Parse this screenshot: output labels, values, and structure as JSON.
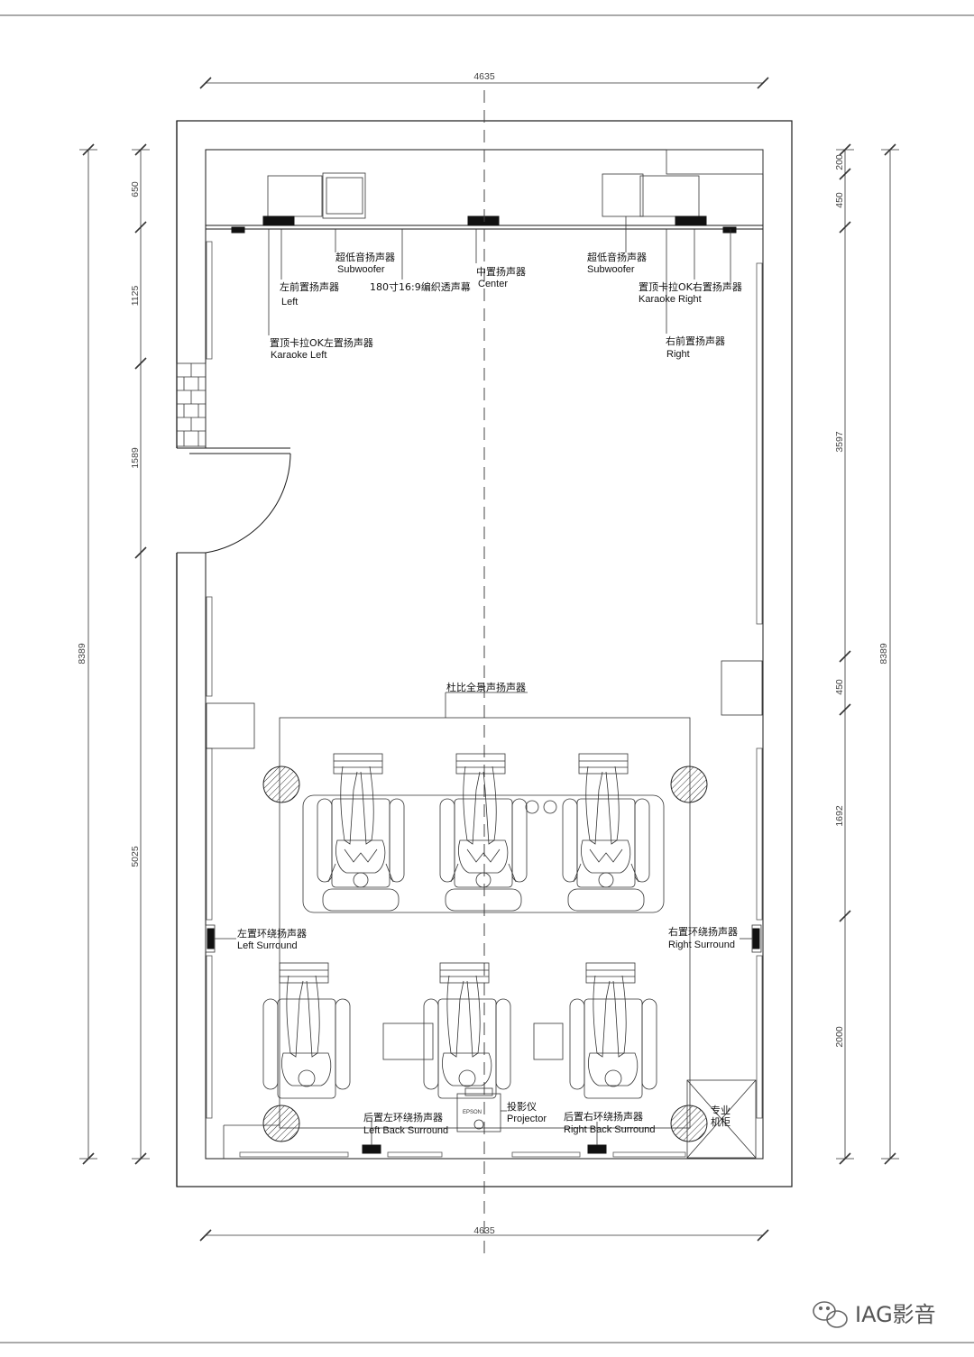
{
  "dimensions": {
    "top_width": "4635",
    "bottom_width": "4635",
    "left_total": "8389",
    "right_total": "8389",
    "left_segments": [
      "650",
      "1125",
      "1589",
      "5025"
    ],
    "right_segments": [
      "200",
      "450",
      "3597",
      "450",
      "1692",
      "2000"
    ]
  },
  "labels": {
    "subwoofer_left_cn": "超低音扬声器",
    "subwoofer_left_en": "Subwoofer",
    "subwoofer_right_cn": "超低音扬声器",
    "subwoofer_right_en": "Subwoofer",
    "center_cn": "中置扬声器",
    "center_en": "Center",
    "screen": "180寸16:9编织透声幕",
    "front_left_cn": "左前置扬声器",
    "front_left_en": "Left",
    "karaoke_left_cn": "置顶卡拉OK左置扬声器",
    "karaoke_left_en": "Karaoke Left",
    "karaoke_right_cn": "置顶卡拉OK右置扬声器",
    "karaoke_right_en": "Karaoke Right",
    "front_right_cn": "右前置扬声器",
    "front_right_en": "Right",
    "atmos": "杜比全景声扬声器",
    "left_surround_cn": "左置环绕扬声器",
    "left_surround_en": "Left Surround",
    "right_surround_cn": "右置环绕扬声器",
    "right_surround_en": "Right Surround",
    "left_back_cn": "后置左环绕扬声器",
    "left_back_en": "Left Back Surround",
    "right_back_cn": "后置右环绕扬声器",
    "right_back_en": "Right Back Surround",
    "projector_cn": "投影仪",
    "projector_en": "Projector",
    "projector_brand": "EPSON",
    "rack_line1": "专业",
    "rack_line2": "机柜"
  },
  "watermark": "IAG影音",
  "colors": {
    "line": "#1a1a1a",
    "speaker": "#111111",
    "background": "#ffffff"
  }
}
